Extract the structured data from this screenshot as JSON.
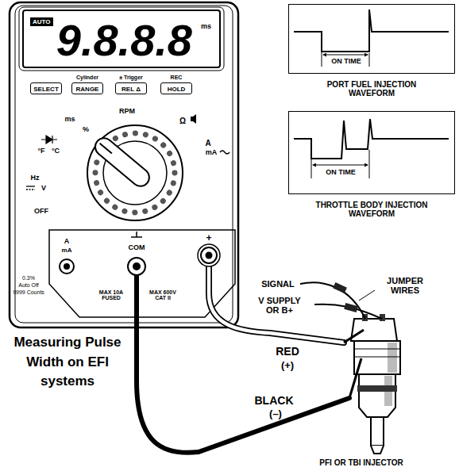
{
  "diagram": {
    "title": "Measuring Pulse Width on EFI systems",
    "nodes": [
      {
        "text": [
          "AUTO",
          "9.8.8.8",
          "ms"
        ]
      },
      {
        "text": [
          "SELECT"
        ]
      },
      {
        "text": [
          "Cylinder",
          "RANGE"
        ]
      },
      {
        "text": [
          "± Trigger",
          "REL Δ"
        ]
      },
      {
        "text": [
          "REC",
          "HOLD"
        ]
      },
      {
        "text": [
          "ON TIME",
          "PORT FUEL INJECTION WAVEFORM"
        ]
      },
      {
        "text": [
          "ON TIME",
          "THROTTLE BODY INJECTION WAVEFORM"
        ]
      }
    ],
    "labels": [
      "ms",
      "%",
      "RPM",
      "Ω",
      "A",
      "mA",
      "°F",
      "°C",
      "Hz",
      "V",
      "OFF",
      "A",
      "mA",
      "COM",
      "+",
      "MAX 10A FUSED",
      "MAX 600V CAT II",
      "0.3%",
      "Auto Off",
      "9999 Counts",
      "SIGNAL",
      "V SUPPLY OR B+",
      "JUMPER WIRES",
      "RED",
      "(+)",
      "BLACK",
      "(–)",
      "PFI OR TBI INJECTOR"
    ]
  }
}
